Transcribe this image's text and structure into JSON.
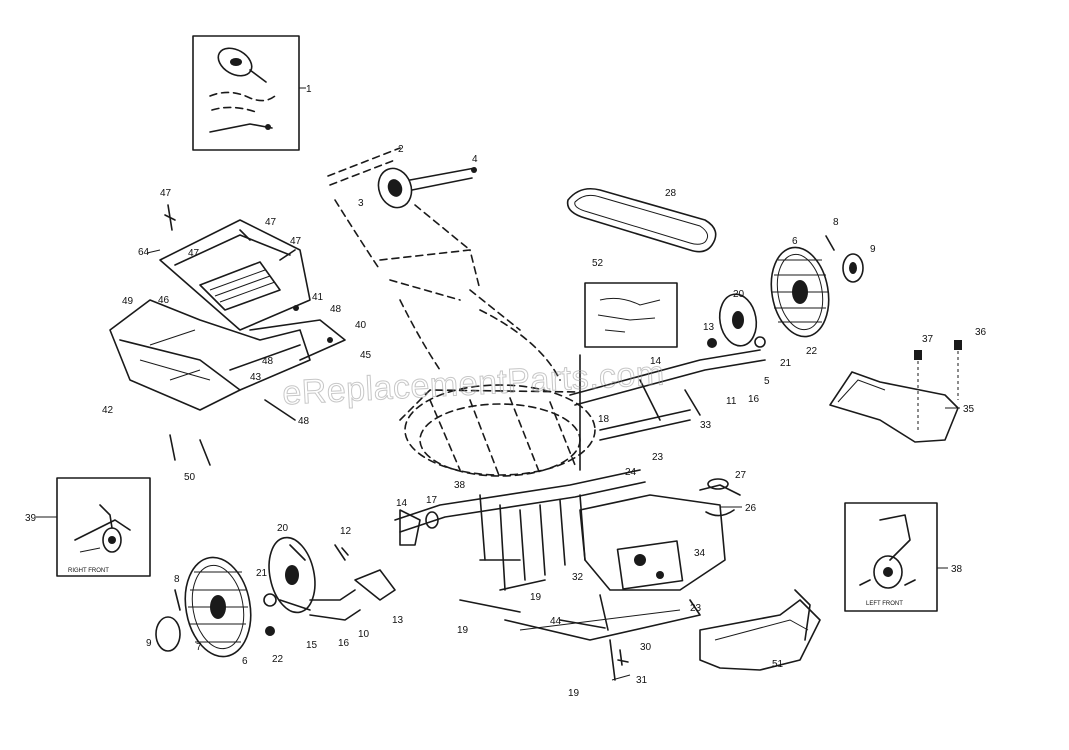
{
  "watermark": "eReplacementParts.com",
  "inset_labels": {
    "right_front": "RIGHT FRONT",
    "left_front": "LEFT FRONT"
  },
  "labels": {
    "l1": "1",
    "l2": "2",
    "l3": "3",
    "l4": "4",
    "l47a": "47",
    "l64": "64",
    "l47b": "47",
    "l47c": "47",
    "l47d": "47",
    "l49": "49",
    "l46": "46",
    "l41": "41",
    "l48a": "48",
    "l40": "40",
    "l48b": "48",
    "l45": "45",
    "l43": "43",
    "l42": "42",
    "l48c": "48",
    "l50": "50",
    "l28": "28",
    "l52": "52",
    "l8a": "8",
    "l6a": "6",
    "l9a": "9",
    "l20a": "20",
    "l13a": "13",
    "l22a": "22",
    "l21a": "21",
    "l5": "5",
    "l11": "11",
    "l16a": "16",
    "l14a": "14",
    "l33": "33",
    "l37": "37",
    "l36": "36",
    "l35": "35",
    "l18": "18",
    "l24": "24",
    "l23a": "23",
    "l27": "27",
    "l26": "26",
    "l39": "39",
    "l14b": "14",
    "l17": "17",
    "l38a": "38",
    "l20b": "20",
    "l12": "12",
    "l21b": "21",
    "l8b": "8",
    "l9b": "9",
    "l7": "7",
    "l6b": "6",
    "l22b": "22",
    "l15": "15",
    "l16b": "16",
    "l10": "10",
    "l13b": "13",
    "l19a": "19",
    "l32": "32",
    "l34": "34",
    "l23b": "23",
    "l44": "44",
    "l19b": "19",
    "l30": "30",
    "l19c": "19",
    "l31": "31",
    "l51": "51",
    "l38b": "38"
  }
}
